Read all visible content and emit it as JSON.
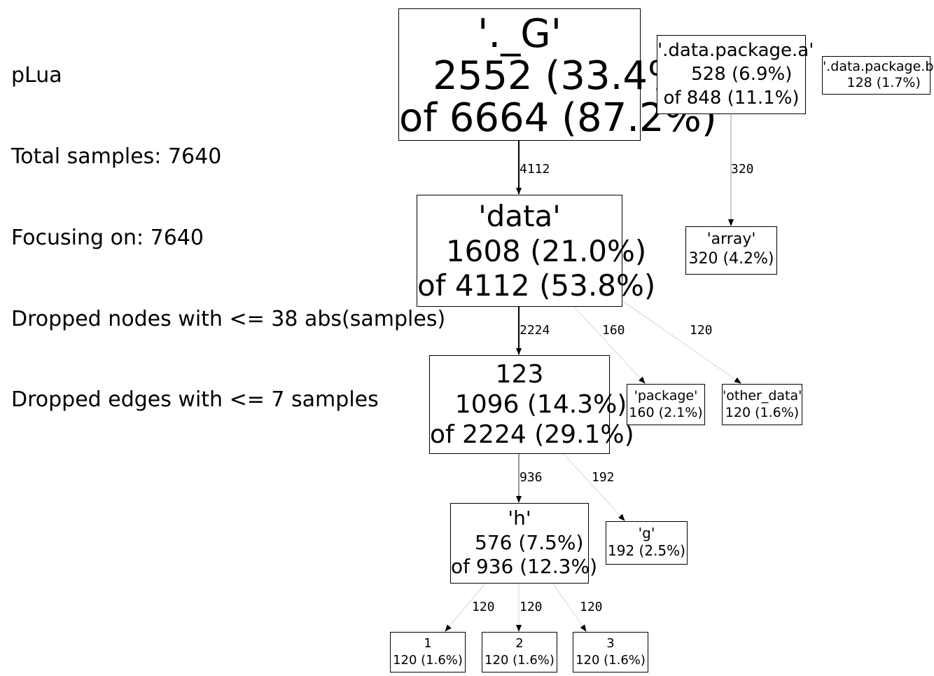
{
  "legend": {
    "title": "pLua",
    "total_samples": "Total samples: 7640",
    "focusing_on": "Focusing on: 7640",
    "dropped_nodes": "Dropped nodes with <= 38 abs(samples)",
    "dropped_edges": "Dropped edges with <= 7 samples"
  },
  "nodes": {
    "g": {
      "name": "'._G'",
      "flat": "2552 (33.4%)",
      "cum": "of 6664 (87.2%)"
    },
    "data": {
      "name": "'data'",
      "flat": "1608 (21.0%)",
      "cum": "of 4112 (53.8%)"
    },
    "n123": {
      "name": "123",
      "flat": "1096 (14.3%)",
      "cum": "of 2224 (29.1%)"
    },
    "h": {
      "name": "'h'",
      "flat": "576 (7.5%)",
      "cum": "of 936 (12.3%)"
    },
    "pkg_a": {
      "name": "'.data.package.a'",
      "flat": "528 (6.9%)",
      "cum": "of 848 (11.1%)"
    },
    "pkg_b": {
      "name": "'.data.package.b'",
      "flat": "128 (1.7%)"
    },
    "array": {
      "name": "'array'",
      "flat": "320 (4.2%)"
    },
    "package": {
      "name": "'package'",
      "flat": "160 (2.1%)"
    },
    "other_data": {
      "name": "'other_data'",
      "flat": "120 (1.6%)"
    },
    "gg": {
      "name": "'g'",
      "flat": "192 (2.5%)"
    },
    "n1": {
      "name": "1",
      "flat": "120 (1.6%)"
    },
    "n2": {
      "name": "2",
      "flat": "120 (1.6%)"
    },
    "n3": {
      "name": "3",
      "flat": "120 (1.6%)"
    }
  },
  "edges": [
    {
      "from": "g",
      "to": "data",
      "label": "4112",
      "weight": "heavy"
    },
    {
      "from": "pkg_a",
      "to": "array",
      "label": "320",
      "weight": "light"
    },
    {
      "from": "data",
      "to": "n123",
      "label": "2224",
      "weight": "heavy"
    },
    {
      "from": "data",
      "to": "package",
      "label": "160",
      "weight": "faint"
    },
    {
      "from": "data",
      "to": "other_data",
      "label": "120",
      "weight": "faint"
    },
    {
      "from": "n123",
      "to": "h",
      "label": "936",
      "weight": "medium"
    },
    {
      "from": "n123",
      "to": "gg",
      "label": "192",
      "weight": "faint"
    },
    {
      "from": "h",
      "to": "n1",
      "label": "120",
      "weight": "faint"
    },
    {
      "from": "h",
      "to": "n2",
      "label": "120",
      "weight": "faint"
    },
    {
      "from": "h",
      "to": "n3",
      "label": "120",
      "weight": "faint"
    }
  ],
  "colors": {
    "heavy": "#000000",
    "medium": "#555555",
    "light": "#999999",
    "faint": "#cccccc"
  }
}
